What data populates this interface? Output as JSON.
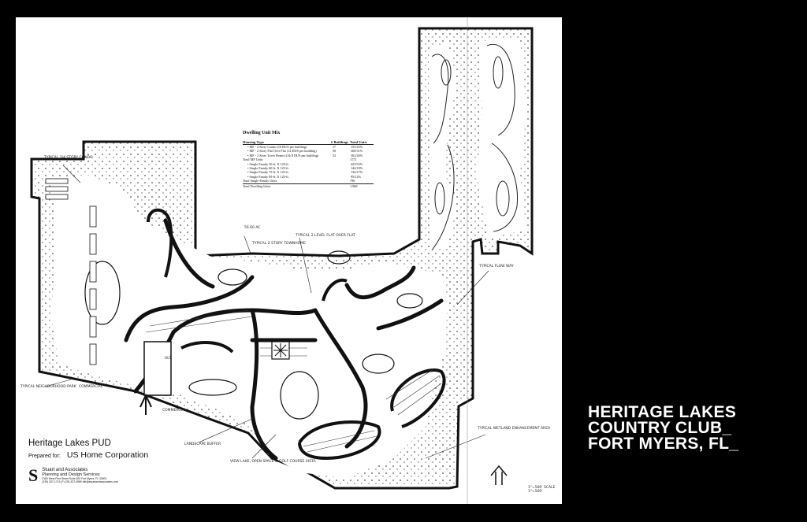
{
  "caption": {
    "line1": "HERITAGE LAKES",
    "line2": "COUNTRY CLUB_",
    "line3": "FORT MYERS, FL_"
  },
  "title_block": {
    "project": "Heritage Lakes PUD",
    "prepared_for_label": "Prepared for:",
    "client": "US Home Corporation",
    "firm_name": "Stuart and Associates",
    "firm_division": "Planning and Design Services",
    "firm_address": "2180 West First Street Suite 500 Fort Myers, FL 33901",
    "firm_contact": "(239) 337-1713 (F) 239-337-4989 tdlt@stuartandassociates.com"
  },
  "unit_mix": {
    "title": "Dwelling Unit Mix",
    "headers": [
      "Housing Type",
      "# Buildings",
      "Total Units"
    ],
    "rows": [
      {
        "type": "MF - 4 Story Condo (10 DUS per building)",
        "buildings": "17",
        "units": "153/43%",
        "sub": true
      },
      {
        "type": "MF - 2 Story Flat Over Flat (12 DUS per building)",
        "buildings": "50",
        "units": "360/31%",
        "sub": true
      },
      {
        "type": "MF - 2 Story Town Home (4 & 8 DUS per building)",
        "buildings": "52",
        "units": "302/26%",
        "sub": true
      },
      {
        "type": "Total MF Units",
        "buildings": "",
        "units": "1172",
        "sub": false
      },
      {
        "type": "Single Family 50-ft. X 125-ft.",
        "buildings": "",
        "units": "423/53%",
        "sub": true
      },
      {
        "type": "Single Family 60-ft. X 125-ft.",
        "buildings": "",
        "units": "144/18%",
        "sub": true
      },
      {
        "type": "Single Family 75-ft. X 125-ft.",
        "buildings": "",
        "units": "134/17%",
        "sub": true
      },
      {
        "type": "Single Family 85-ft. X 125-ft.",
        "buildings": "",
        "units": "95/12%",
        "sub": true
      },
      {
        "type": "Total Single Family Units",
        "buildings": "",
        "units": "796",
        "sub": false
      },
      {
        "type": "Total Dwelling Units",
        "buildings": "",
        "units": "1,968",
        "sub": false,
        "total": true
      }
    ]
  },
  "annotations": {
    "typical_condo": "TYPICAL 3/4 STORY CONDO",
    "typical_neighborhood": "TYPICAL NEIGHBORHOOD PARK",
    "commercial_1": "COMMERCIAL",
    "commercial_2": "COMMERCIAL",
    "typical_flat": "TYPICAL 2 LEVEL FLAT OVER FLAT",
    "typical_townhome": "TYPICAL 2 STORY TOWNHOME",
    "typical_flow": "TYPICAL FLOW WAY",
    "typical_wetland": "TYPICAL WETLAND ENHANCEMENT AREA",
    "landscape_buffer": "LANDSCAPE BUFFER",
    "view_lake": "VIEW LAKE, OPEN SPACE & GOLF COURSE VISTA",
    "fifty_six_ac": "56.60 AC",
    "out_parcel": "OUT",
    "scale": "1\"=500' SCALE 1\"=500'"
  }
}
